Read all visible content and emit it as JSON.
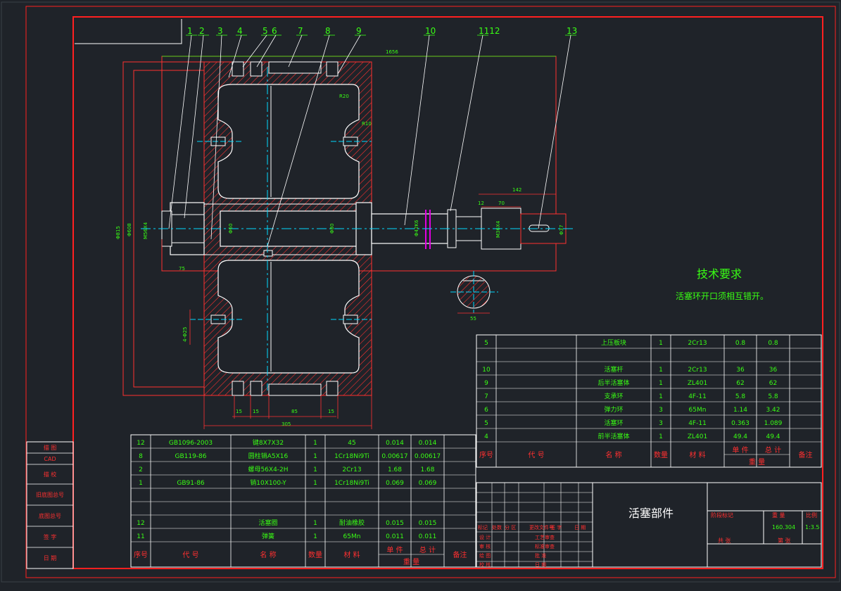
{
  "colors": {
    "background": "#1f2329",
    "frame": "#ff2020",
    "outline": "#ffffff",
    "text": "#ffffff",
    "dim": "#39ff14",
    "center": "#00d8ff",
    "magenta": "#e000e0",
    "hatch": "#ff3030"
  },
  "balloons": [
    "1",
    "2",
    "3",
    "4",
    "5",
    "6",
    "7",
    "8",
    "9",
    "10",
    "1112",
    "13"
  ],
  "dims": {
    "overall": "1656",
    "r20": "R20",
    "r10": "R10",
    "d142": "142",
    "d12": "12",
    "d70": "70",
    "d75": "75",
    "d305": "305",
    "d15a": "15",
    "d15b": "15",
    "d85": "85",
    "d15c": "15",
    "d55": "55",
    "phi815": "Φ815",
    "phi608": "Φ608",
    "m56": "M56X4",
    "phi60": "Φ60",
    "phi80": "Φ80",
    "phi42": "Φ42K6",
    "m36": "M36X4",
    "phi37": "Φ37",
    "holes": "4-Φ25"
  },
  "tech": {
    "title": "技术要求",
    "note": "活塞环开口须相互错开。"
  },
  "left_strip": [
    "描 图",
    "CAD",
    "描 校",
    "旧底图总号",
    "底图总号",
    "签 字",
    "日 期"
  ],
  "left_bom": {
    "rows": [
      [
        "12",
        "GB1096-2003",
        "键8X7X32",
        "1",
        "45",
        "0.014",
        "0.014",
        ""
      ],
      [
        "8",
        "GB119-86",
        "圆柱销A5X16",
        "1",
        "1Cr18Ni9Ti",
        "0.00617",
        "0.00617",
        ""
      ],
      [
        "2",
        "",
        "螺母56X4-2H",
        "1",
        "2Cr13",
        "1.68",
        "1.68",
        ""
      ],
      [
        "1",
        "GB91-86",
        "销10X100-Y",
        "1",
        "1Cr18Ni9Ti",
        "0.069",
        "0.069",
        ""
      ],
      [
        "",
        "",
        "",
        "",
        "",
        "",
        "",
        ""
      ],
      [
        "",
        "",
        "",
        "",
        "",
        "",
        "",
        ""
      ],
      [
        "12",
        "",
        "活塞圈",
        "1",
        "耐油橡胶",
        "0.015",
        "0.015",
        ""
      ],
      [
        "11",
        "",
        "弹簧",
        "1",
        "65Mn",
        "0.011",
        "0.011",
        ""
      ]
    ],
    "header": {
      "no": "序号",
      "code": "代 号",
      "name": "名 称",
      "qty": "数量",
      "mat": "材 料",
      "unit": "单 件",
      "total": "总 计",
      "weight": "重 量",
      "note": "备注"
    }
  },
  "right_bom": {
    "rows": [
      [
        "5",
        "",
        "上压板块",
        "1",
        "2Cr13",
        "0.8",
        "0.8",
        ""
      ],
      [
        "",
        "",
        "",
        "",
        "",
        "",
        "",
        ""
      ],
      [
        "10",
        "",
        "活塞杆",
        "1",
        "2Cr13",
        "36",
        "36",
        ""
      ],
      [
        "9",
        "",
        "后半活塞体",
        "1",
        "ZL401",
        "62",
        "62",
        ""
      ],
      [
        "7",
        "",
        "支承环",
        "1",
        "4F-11",
        "5.8",
        "5.8",
        ""
      ],
      [
        "6",
        "",
        "弹力环",
        "3",
        "65Mn",
        "1.14",
        "3.42",
        ""
      ],
      [
        "5",
        "",
        "活塞环",
        "3",
        "4F-11",
        "0.363",
        "1.089",
        ""
      ],
      [
        "4",
        "",
        "前半活塞体",
        "1",
        "ZL401",
        "49.4",
        "49.4",
        ""
      ]
    ],
    "header": {
      "no": "序号",
      "code": "代 号",
      "name": "名 称",
      "qty": "数量",
      "mat": "材 料",
      "unit": "单 件",
      "total": "总 计",
      "weight": "重 量",
      "note": "备注"
    }
  },
  "title_block": {
    "part_name": "活塞部件",
    "stage_mark": "阶段标记",
    "weight_label": "重 量",
    "scale_label": "比例",
    "weight_value": "160.304",
    "scale_value": "1:3.5",
    "sheets": "共 张",
    "sheet_no": "第 张",
    "rev_labels": [
      "标记",
      "处数",
      "分 区",
      "更改文件号",
      "签 字",
      "日 期"
    ],
    "sign_rows": [
      [
        "设 计",
        "",
        "工艺审查",
        ""
      ],
      [
        "审 核",
        "",
        "标准审查",
        ""
      ],
      [
        "绘 图",
        "",
        "批 准",
        ""
      ],
      [
        "校 核",
        "",
        "日 期",
        ""
      ]
    ]
  }
}
